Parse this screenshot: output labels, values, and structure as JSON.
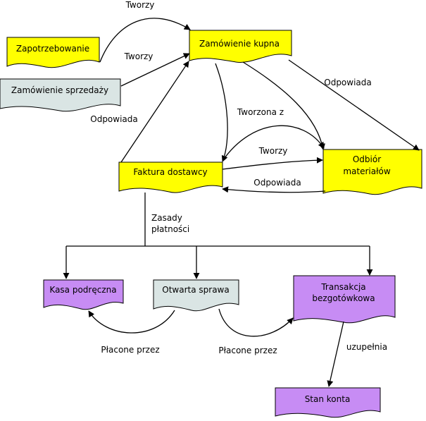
{
  "colors": {
    "yellow": "#ffff00",
    "gray": "#dae5e4",
    "purple": "#c78cf4",
    "line": "#000000"
  },
  "nodes": {
    "zapotrzebowanie": "Zapotrzebowanie",
    "zamowienie_kupna": "Zamówienie kupna",
    "zamowienie_sprzedazy": "Zamówienie sprzedaży",
    "faktura": "Faktura dostawcy",
    "odbior": [
      "Odbiór",
      "materiałów"
    ],
    "kasa": "Kasa podręczna",
    "otwarta": "Otwarta sprawa",
    "transakcja": [
      "Transakcja",
      "bezgotówkowa"
    ],
    "stan": "Stan konta"
  },
  "edges": {
    "tworzy_top": "Tworzy",
    "tworzy_mid": "Tworzy",
    "odpowiada_left": "Odpowiada",
    "odpowiada_right": "Odpowiada",
    "tworzona_z": "Tworzona z",
    "tworzy_faktura": "Tworzy",
    "odpowiada_bottom": "Odpowiada",
    "zasady": [
      "Zasady",
      "płatności"
    ],
    "placone_left": "Płacone przez",
    "placone_right": "Płacone przez",
    "uzupelnia": "uzupełnia"
  }
}
